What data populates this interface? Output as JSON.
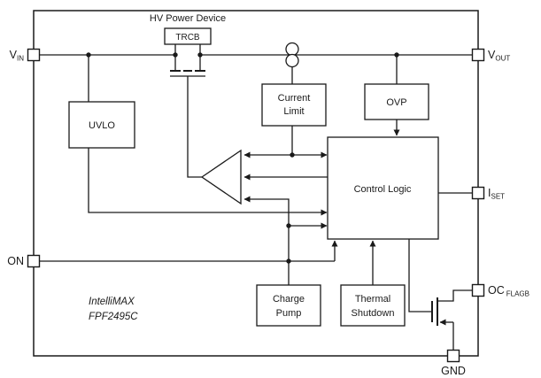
{
  "header": {
    "hv_power_device": "HV Power Device"
  },
  "blocks": {
    "trcb": "TRCB",
    "uvlo": "UVLO",
    "current_limit": {
      "line1": "Current",
      "line2": "Limit"
    },
    "ovp": "OVP",
    "control_logic": "Control Logic",
    "charge_pump": {
      "line1": "Charge",
      "line2": "Pump"
    },
    "thermal_shutdown": {
      "line1": "Thermal",
      "line2": "Shutdown"
    }
  },
  "pins": {
    "vin": {
      "name": "V",
      "sub": "IN"
    },
    "vout": {
      "name": "V",
      "sub": "OUT"
    },
    "iset": {
      "name": "I",
      "sub": "SET"
    },
    "on": {
      "name": "ON"
    },
    "oc_flagb": {
      "name": "OC",
      "sub": "FLAGB"
    },
    "gnd": {
      "name": "GND"
    }
  },
  "part": {
    "family": "IntelliMAX",
    "number": "FPF2495C"
  },
  "colors": {
    "line": "#1a1a1a",
    "background": "#ffffff"
  }
}
